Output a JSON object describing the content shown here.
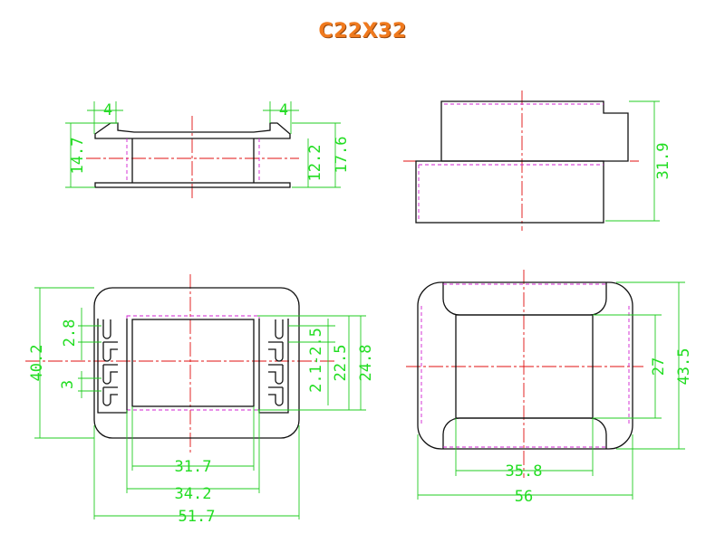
{
  "title": "C22X32",
  "colors": {
    "title": "#f07a1e",
    "outline": "#111111",
    "hidden": "#d020d0",
    "center": "#e01010",
    "dimension": "#22cc22"
  },
  "views": {
    "front": {
      "dim_flange_left": "4",
      "dim_flange_right": "4",
      "dim_height_left": "14.7",
      "dim_inner_height": "12.2",
      "dim_total_height": "17.6"
    },
    "side": {
      "dim_height": "31.9"
    },
    "top": {
      "dim_slot_pitch": "2.8",
      "dim_slot": "3",
      "dim_slot_range": "2.1-2.5",
      "dim_window": "22.5",
      "dim_inner_width": "24.8",
      "dim_overall_height": "40.2",
      "dim_window_width": "31.7",
      "dim_inner_span": "34.2",
      "dim_overall_width": "51.7"
    },
    "bottom": {
      "dim_window_width": "35.8",
      "dim_overall_width": "56",
      "dim_window_height": "27",
      "dim_overall_height": "43.5"
    }
  }
}
